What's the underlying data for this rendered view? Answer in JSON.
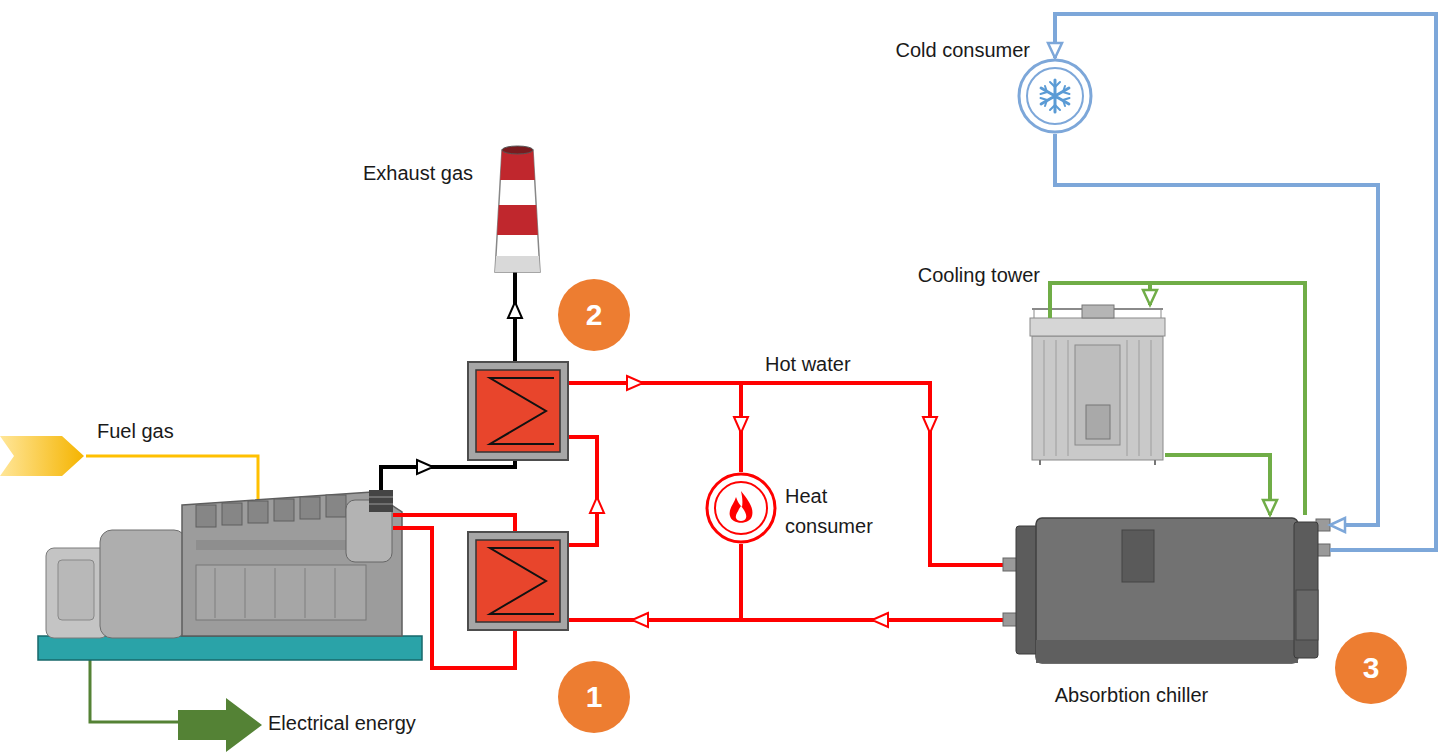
{
  "diagram": {
    "nodes": [
      {
        "text": [
          "Cold consumer"
        ]
      },
      {
        "text": [
          "Cooling tower"
        ]
      },
      {
        "text": [
          "Heat consumer"
        ]
      },
      {
        "text": [
          "Absorbtion chiller"
        ]
      }
    ],
    "edges": [
      {
        "from": 3,
        "to": 0,
        "arrow": "to"
      },
      {
        "from": 0,
        "to": 3,
        "arrow": "to"
      },
      {
        "from": 3,
        "to": 1,
        "arrow": "to"
      },
      {
        "from": 1,
        "to": 3,
        "arrow": "to"
      }
    ],
    "labels": [
      "Exhaust gas",
      "2",
      "Hot water",
      "Fuel gas",
      "1",
      "Electrical energy",
      "3"
    ]
  }
}
